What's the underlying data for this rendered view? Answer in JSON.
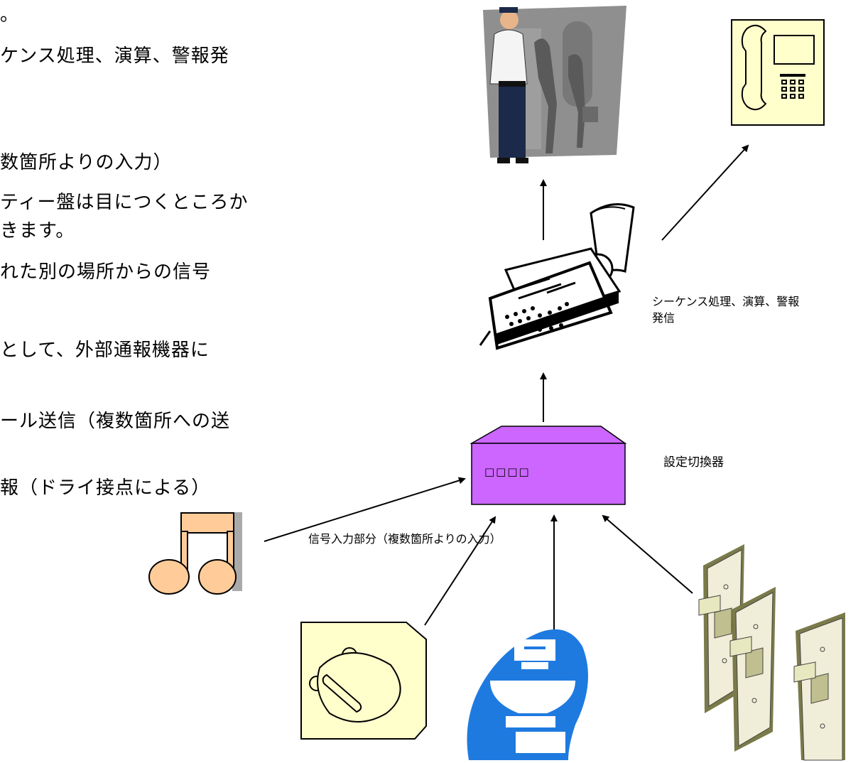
{
  "left_text": [
    "。",
    "ケンス処理、演算、警報発",
    "数箇所よりの入力）",
    "ティー盤は目につくところか",
    "きます。",
    "れた別の場所からの信号",
    "として、外部通報機器に",
    "ール送信（複数箇所への送",
    "報（ドライ接点による）"
  ],
  "labels": {
    "sequence_line1": "シーケンス処理、演算、警報",
    "sequence_line2": "発信",
    "switcher": "設定切換器",
    "signal_input": "信号入力部分（複数箇所よりの入力）",
    "box_display": "□□□□"
  },
  "colors": {
    "box": "#cc66ff",
    "note": "#ffcc99",
    "toilet": "#1f7ae0",
    "phone_bg": "#ffffcc",
    "pad_bg": "#ffffcc",
    "guard_bg": "#8f8f8f"
  },
  "icons": [
    "guard-image",
    "telephone-icon",
    "printer-icon",
    "switcher-box",
    "music-note-icon",
    "hand-sensor-icon",
    "toilet-icon",
    "wall-switch-icon"
  ]
}
